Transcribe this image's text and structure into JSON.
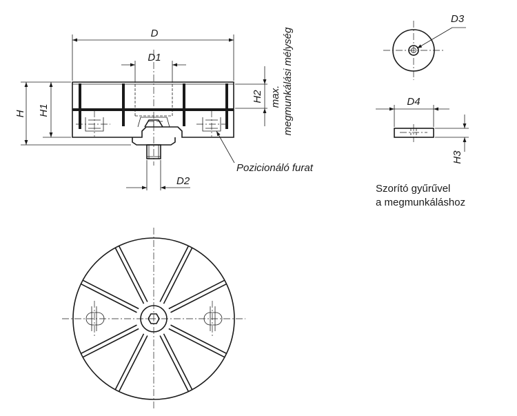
{
  "labels": {
    "D": "D",
    "D1": "D1",
    "D2": "D2",
    "D3": "D3",
    "D4": "D4",
    "H": "H",
    "H1": "H1",
    "H2": "H2",
    "H3": "H3"
  },
  "notes": {
    "max_depth_line1": "max.",
    "max_depth_line2": "megmunkálási mélység",
    "positioning_hole": "Pozicionáló furat",
    "clamp_ring_line1": "Szorító gyűrűvel",
    "clamp_ring_line2": "a megmunkáláshoz"
  }
}
